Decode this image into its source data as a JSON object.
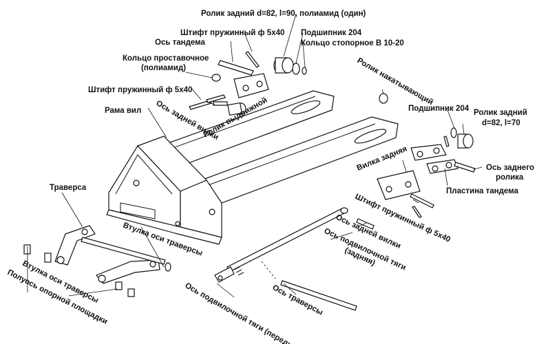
{
  "labels": {
    "roller_rear_top": "Ролик задний d=82, l=90, полиамид (один)",
    "pin_spring_top": "Штифт пружинный ф 5х40",
    "bearing_top": "Подшипник 204",
    "axle_tandem": "Ось тандема",
    "retaining_ring": "Кольцо стопорное В 10-20",
    "spacer_ring_1": "Кольцо проставочное",
    "spacer_ring_2": "(полиамид)",
    "pin_spring_left": "Штифт пружинный ф 5х40",
    "frame_forks": "Рама вил",
    "rear_fork_axle": "Ось задней вилки",
    "roller_extend": "Ролик выдвижной",
    "roller_roll_in": "Ролик накатывающий",
    "bearing_right": "Подшипник 204",
    "roller_rear_right_1": "Ролик задний",
    "roller_rear_right_2": "d=82, l=70",
    "rear_fork": "Вилка задняя",
    "rear_roller_axle_1": "Ось заднего",
    "rear_roller_axle_2": "ролика",
    "tandem_plate": "Пластина тандема",
    "traverse": "Траверса",
    "pin_spring_mid": "Штифт пружинный ф 5х40",
    "traverse_bushing_top": "Втулка оси траверсы",
    "rear_fork_axle_mid": "Ось задней вилки",
    "pull_rod_axle_rear_1": "Ось подвилочной тяги",
    "pull_rod_axle_rear_2": "(задняя)",
    "traverse_bushing_bottom": "Втулка оси траверсы",
    "platform_half_axle": "Полуось опорной площадки",
    "pull_rod_axle_front": "Ось подвилочной тяги (передняя)",
    "traverse_axle": "Ось траверсы"
  }
}
